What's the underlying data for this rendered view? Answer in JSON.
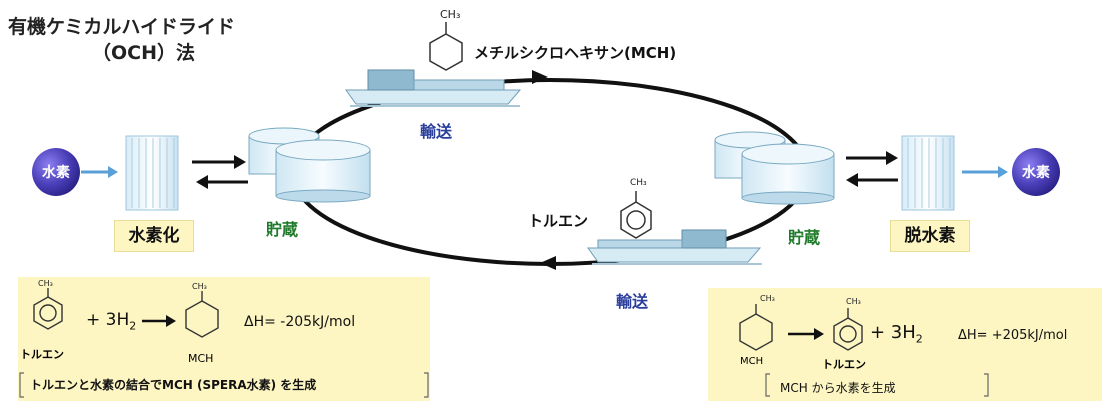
{
  "title": {
    "line1": "有機ケミカルハイドライド",
    "line2": "（OCH）法"
  },
  "labels": {
    "hydrogen_left": "水素",
    "hydrogen_right": "水素",
    "hydrogenation": "水素化",
    "dehydrogenation": "脱水素",
    "storage_left": "貯蔵",
    "storage_right": "貯蔵",
    "transport_top": "輸送",
    "transport_bottom": "輸送",
    "mch_top": "メチルシクロヘキサン(MCH)",
    "toluene_mid": "トルエン",
    "ch3": "CH₃"
  },
  "left_panel": {
    "plus": "+ 3H",
    "sub2": "2",
    "arrow": "→",
    "toluene": "トルエン",
    "mch": "MCH",
    "dh": "ΔH= -205kJ/mol",
    "note": "トルエンと水素の結合でMCH (SPERA水素) を生成"
  },
  "right_panel": {
    "arrow": "→",
    "plus": "+ 3H",
    "sub2": "2",
    "dh": "ΔH= +205kJ/mol",
    "mch": "MCH",
    "toluene": "トルエン",
    "note": "MCH から水素を生成"
  },
  "colors": {
    "panel": "#fdf6c3",
    "storage_label": "#1f7a2a",
    "transport_label": "#2a3e9c",
    "hydrogen_ball": "#4a3fb8",
    "arrow_blue": "#5aa0d8"
  }
}
